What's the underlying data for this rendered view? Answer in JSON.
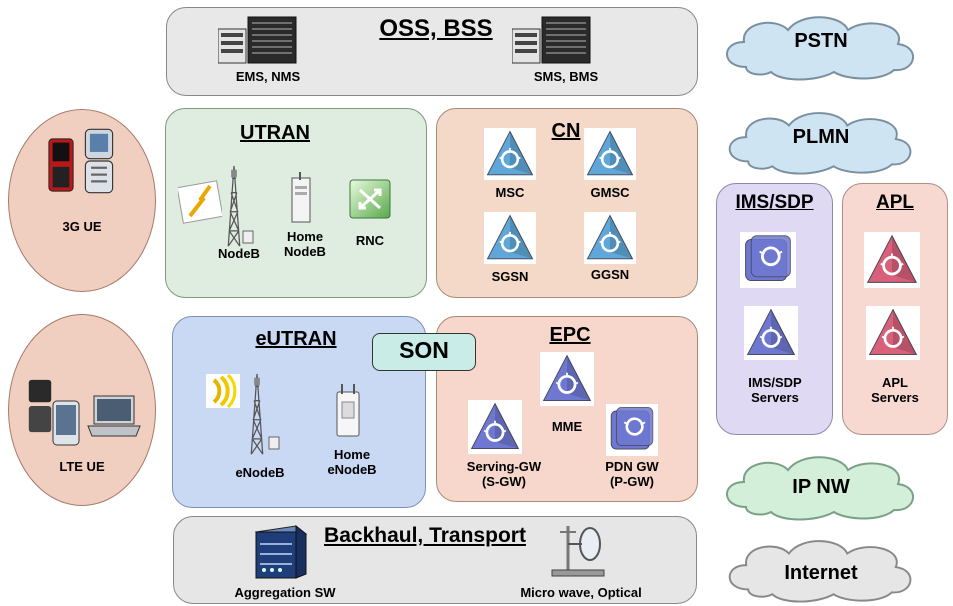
{
  "colors": {
    "gray_box": "#e8e8e8",
    "utran": "#dfece0",
    "cn": "#f5d9c8",
    "eutran": "#c9d8f3",
    "epc": "#f7d7cc",
    "ims": "#dfd9f4",
    "apl": "#f8d9d2",
    "ue_circle": "#f1cfc0",
    "son": "#c9ece6",
    "cloud_blue": "#cfe4f3",
    "cloud_green": "#d3eed9",
    "cloud_gray": "#e6e6e6"
  },
  "oss": {
    "title": "OSS, BSS",
    "left_label": "EMS, NMS",
    "right_label": "SMS, BMS"
  },
  "clouds": {
    "pstn": "PSTN",
    "plmn": "PLMN",
    "ipnw": "IP NW",
    "internet": "Internet"
  },
  "ue3g": {
    "label": "3G UE"
  },
  "lteue": {
    "label": "LTE UE"
  },
  "utran": {
    "title": "UTRAN",
    "nodeb": "NodeB",
    "home_line1": "Home",
    "home_line2": "NodeB",
    "rnc": "RNC"
  },
  "cn": {
    "title": "CN",
    "msc": "MSC",
    "gmsc": "GMSC",
    "sgsn": "SGSN",
    "ggsn": "GGSN"
  },
  "ims": {
    "title": "IMS/SDP",
    "line1": "IMS/SDP",
    "line2": "Servers"
  },
  "apl": {
    "title": "APL",
    "line1": "APL",
    "line2": "Servers"
  },
  "eutran": {
    "title": "eUTRAN",
    "enodeb": "eNodeB",
    "home_line1": "Home",
    "home_line2": "eNodeB"
  },
  "son": {
    "label": "SON"
  },
  "epc": {
    "title": "EPC",
    "mme": "MME",
    "sgw_line1": "Serving-GW",
    "sgw_line2": "(S-GW)",
    "pgw_line1": "PDN GW",
    "pgw_line2": "(P-GW)"
  },
  "backhaul": {
    "title": "Backhaul, Transport",
    "left_label": "Aggregation SW",
    "right_label": "Micro wave, Optical"
  }
}
